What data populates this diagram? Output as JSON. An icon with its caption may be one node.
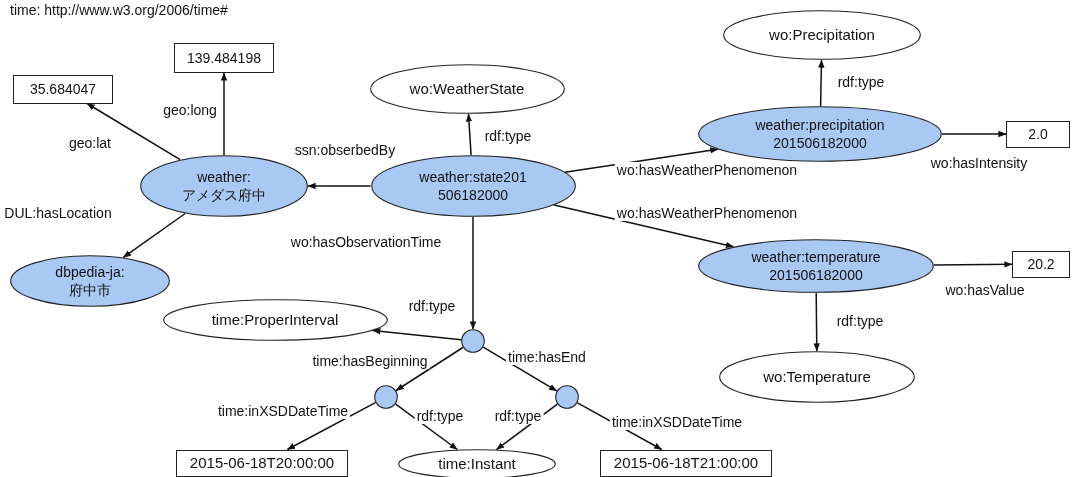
{
  "diagram": {
    "nodes": [
      {
        "text": [
          "35.684047"
        ]
      },
      {
        "text": [
          "139.484198"
        ]
      },
      {
        "text": [
          "weather: アメダス府中"
        ]
      },
      {
        "text": [
          "dbpedia-ja: 府中市"
        ]
      },
      {
        "text": [
          "wo:WeatherState"
        ]
      },
      {
        "text": [
          "weather:state201506182000"
        ]
      },
      {
        "text": [
          "wo:Precipitation"
        ]
      },
      {
        "text": [
          "weather:precipitation 201506182000"
        ]
      },
      {
        "text": [
          "2.0"
        ]
      },
      {
        "text": [
          "weather:temperature201506182000"
        ]
      },
      {
        "text": [
          "20.2"
        ]
      },
      {
        "text": [
          "wo:Temperature"
        ]
      },
      {
        "text": [
          "time:ProperInterval"
        ]
      },
      {
        "text": [],
        "shape": "circle"
      },
      {
        "text": [],
        "shape": "circle"
      },
      {
        "text": [],
        "shape": "circle"
      },
      {
        "text": [
          "2015-06-18T20:00:00"
        ]
      },
      {
        "text": [
          "time:Instant"
        ]
      },
      {
        "text": [
          "2015-06-18T21:00:00"
        ]
      }
    ],
    "edges": [
      {
        "from": 5,
        "to": 2,
        "arrow": "to",
        "label": "ssn:obserbedBy"
      },
      {
        "from": 2,
        "to": 0,
        "arrow": "to",
        "label": "geo:lat"
      },
      {
        "from": 2,
        "to": 1,
        "arrow": "to",
        "label": "geo:long"
      },
      {
        "from": 2,
        "to": 3,
        "arrow": "to",
        "label": "DUL:hasLocation"
      },
      {
        "from": 5,
        "to": 4,
        "arrow": "to",
        "label": "rdf:type"
      },
      {
        "from": 5,
        "to": 7,
        "arrow": "to",
        "label": "wo:hasWeatherPhenomenon"
      },
      {
        "from": 5,
        "to": 9,
        "arrow": "to",
        "label": "wo:hasWeatherPhenomenon"
      },
      {
        "from": 5,
        "to": 13,
        "arrow": "to",
        "label": "wo:hasObservationTime"
      },
      {
        "from": 7,
        "to": 6,
        "arrow": "to",
        "label": "rdf:type"
      },
      {
        "from": 7,
        "to": 8,
        "arrow": "to",
        "label": "wo:hasIntensity"
      },
      {
        "from": 9,
        "to": 10,
        "arrow": "to",
        "label": "wo:hasValue"
      },
      {
        "from": 9,
        "to": 11,
        "arrow": "to",
        "label": "rdf:type"
      },
      {
        "from": 13,
        "to": 12,
        "arrow": "to",
        "label": "rdf:type"
      },
      {
        "from": 13,
        "to": 14,
        "arrow": "to",
        "label": "time:hasBeginning"
      },
      {
        "from": 13,
        "to": 15,
        "arrow": "to",
        "label": "time:hasEnd"
      },
      {
        "from": 14,
        "to": 16,
        "arrow": "to",
        "label": "time:inXSDDateTime"
      },
      {
        "from": 14,
        "to": 17,
        "arrow": "to",
        "label": "rdf:type"
      },
      {
        "from": 15,
        "to": 17,
        "arrow": "to",
        "label": "rdf:type"
      },
      {
        "from": 15,
        "to": 18,
        "arrow": "to",
        "label": "time:inXSDDateTime"
      }
    ],
    "labels": [
      "time: http://www.w3.org/2006/time#"
    ]
  }
}
